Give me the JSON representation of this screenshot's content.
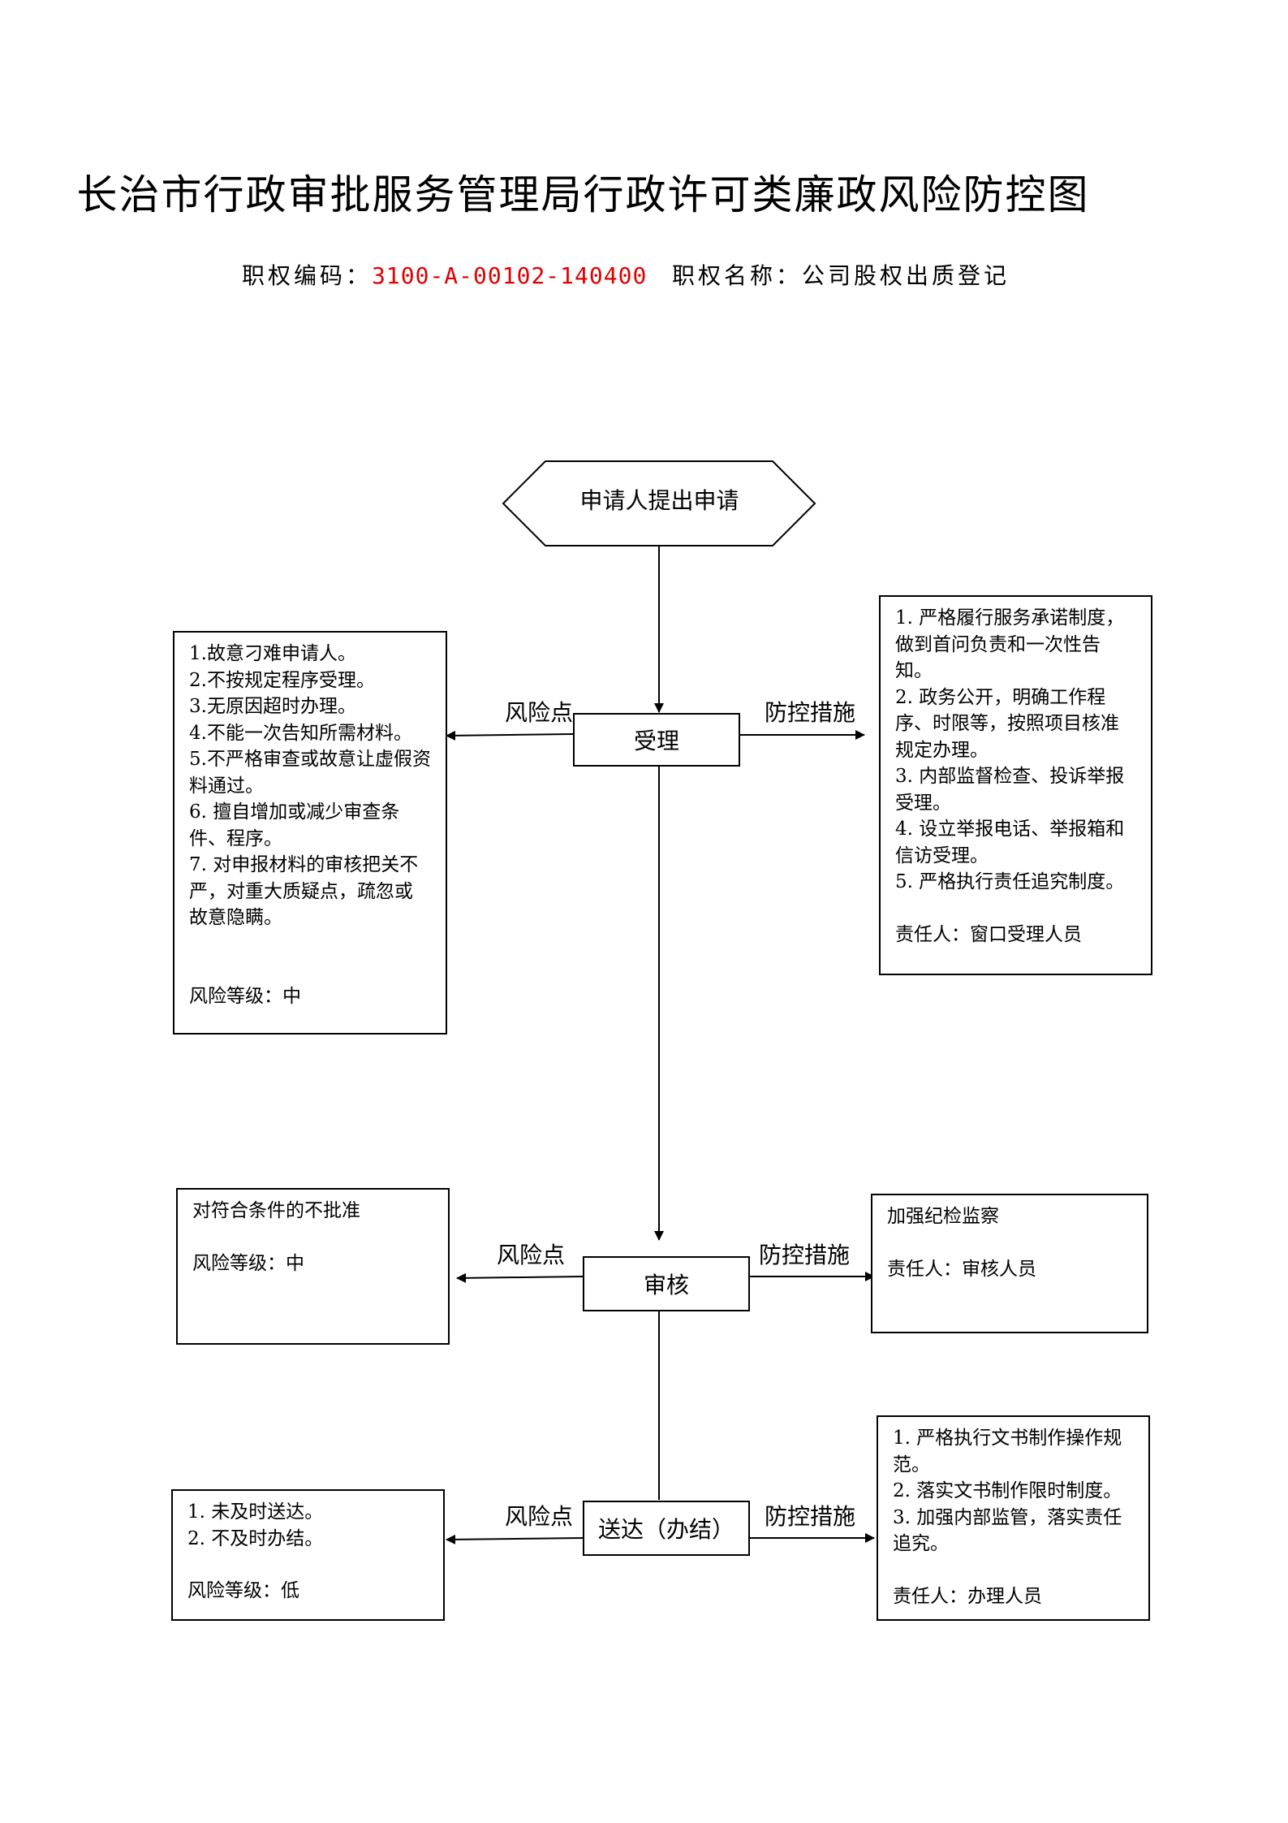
{
  "title": "长治市行政审批服务管理局行政许可类廉政风险防控图",
  "meta": {
    "code_label": "职权编码：",
    "code_value": "3100-A-00102-140400",
    "name_label": "职权名称：",
    "name_value": "公司股权出质登记"
  },
  "flow": {
    "start": "申请人提出申请",
    "risk_label": "风险点",
    "control_label": "防控措施",
    "steps": [
      {
        "name": "受理",
        "risks": [
          "1.故意刁难申请人。",
          "2.不按规定程序受理。",
          "3.无原因超时办理。",
          "4.不能一次告知所需材料。",
          "5.不严格审查或故意让虚假资料通过。",
          "6. 擅自增加或减少审查条件、程序。",
          "7. 对申报材料的审核把关不严，对重大质疑点，疏忽或故意隐瞒。"
        ],
        "risk_level": "风险等级：中",
        "controls": [
          "1. 严格履行服务承诺制度，做到首问负责和一次性告知。",
          "2. 政务公开，明确工作程序、时限等，按照项目核准规定办理。",
          "3. 内部监督检查、投诉举报受理。",
          "4. 设立举报电话、举报箱和信访受理。",
          "5. 严格执行责任追究制度。"
        ],
        "responsible": "责任人：窗口受理人员"
      },
      {
        "name": "审核",
        "risks": [
          "对符合条件的不批准"
        ],
        "risk_level": "风险等级：中",
        "controls": [
          "加强纪检监察"
        ],
        "responsible": "责任人：审核人员"
      },
      {
        "name": "送达（办结）",
        "risks": [
          "1. 未及时送达。",
          "2. 不及时办结。"
        ],
        "risk_level": "风险等级：低",
        "controls": [
          "1. 严格执行文书制作操作规范。",
          "2. 落实文书制作限时制度。",
          "3. 加强内部监管，落实责任追究。"
        ],
        "responsible": "责任人：办理人员"
      }
    ]
  }
}
